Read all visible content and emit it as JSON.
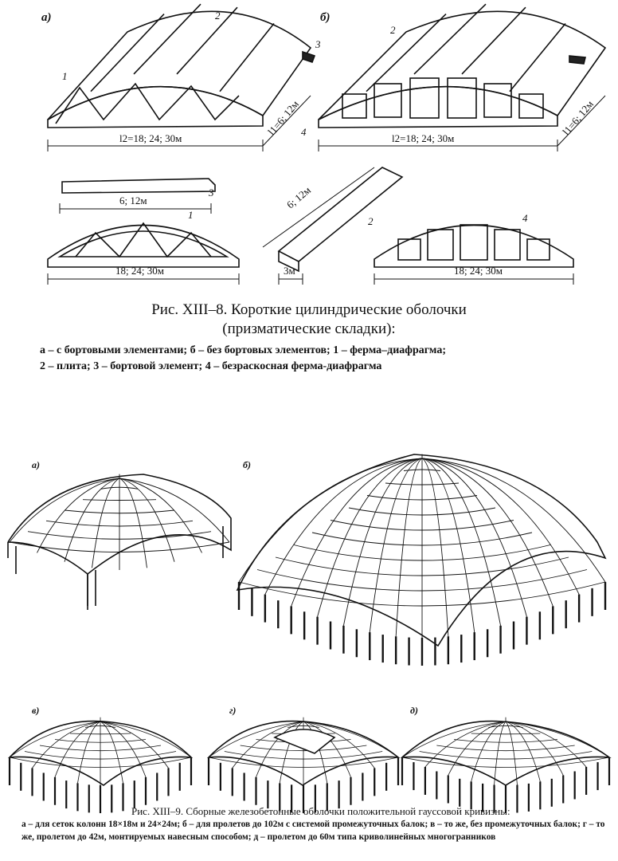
{
  "fig8": {
    "panel_a_label": "а)",
    "panel_b_label": "б)",
    "markers": {
      "m1": "1",
      "m2": "2",
      "m3": "3",
      "m4": "4"
    },
    "dim_l2": "l2=18; 24; 30м",
    "dim_l1": "l1=6; 12м",
    "dim_edge": "6; 12м",
    "dim_span": "18; 24; 30м",
    "dim_slab_len": "6; 12м",
    "dim_slab_w": "3м",
    "caption_title_1": "Рис. XIII–8. Короткие цилиндрические оболочки",
    "caption_title_2": "(призматические складки):",
    "caption_line_1": "а – с бортовыми элементами; б – без бортовых элементов; 1 – ферма–диафрагма;",
    "caption_line_2": "2 – плита; 3 – бортовой элемент; 4 – безраскосная ферма-диафрагма"
  },
  "fig9": {
    "labels": [
      "а)",
      "б)",
      "в)",
      "г)",
      "д)"
    ],
    "caption_title": "Рис. XIII–9.  Сборные железобетонные оболочки положительной гауссовой кривизны:",
    "caption_body": "а – для сеток колонн 18×18м и 24×24м; б – для пролетов до 102м с системой промежуточных балок; в – то же, без промежуточных балок; г – то же, пролетом до 42м, монтируемых навесным способом; д – пролетом до 60м типа криволинейных многогранников"
  }
}
